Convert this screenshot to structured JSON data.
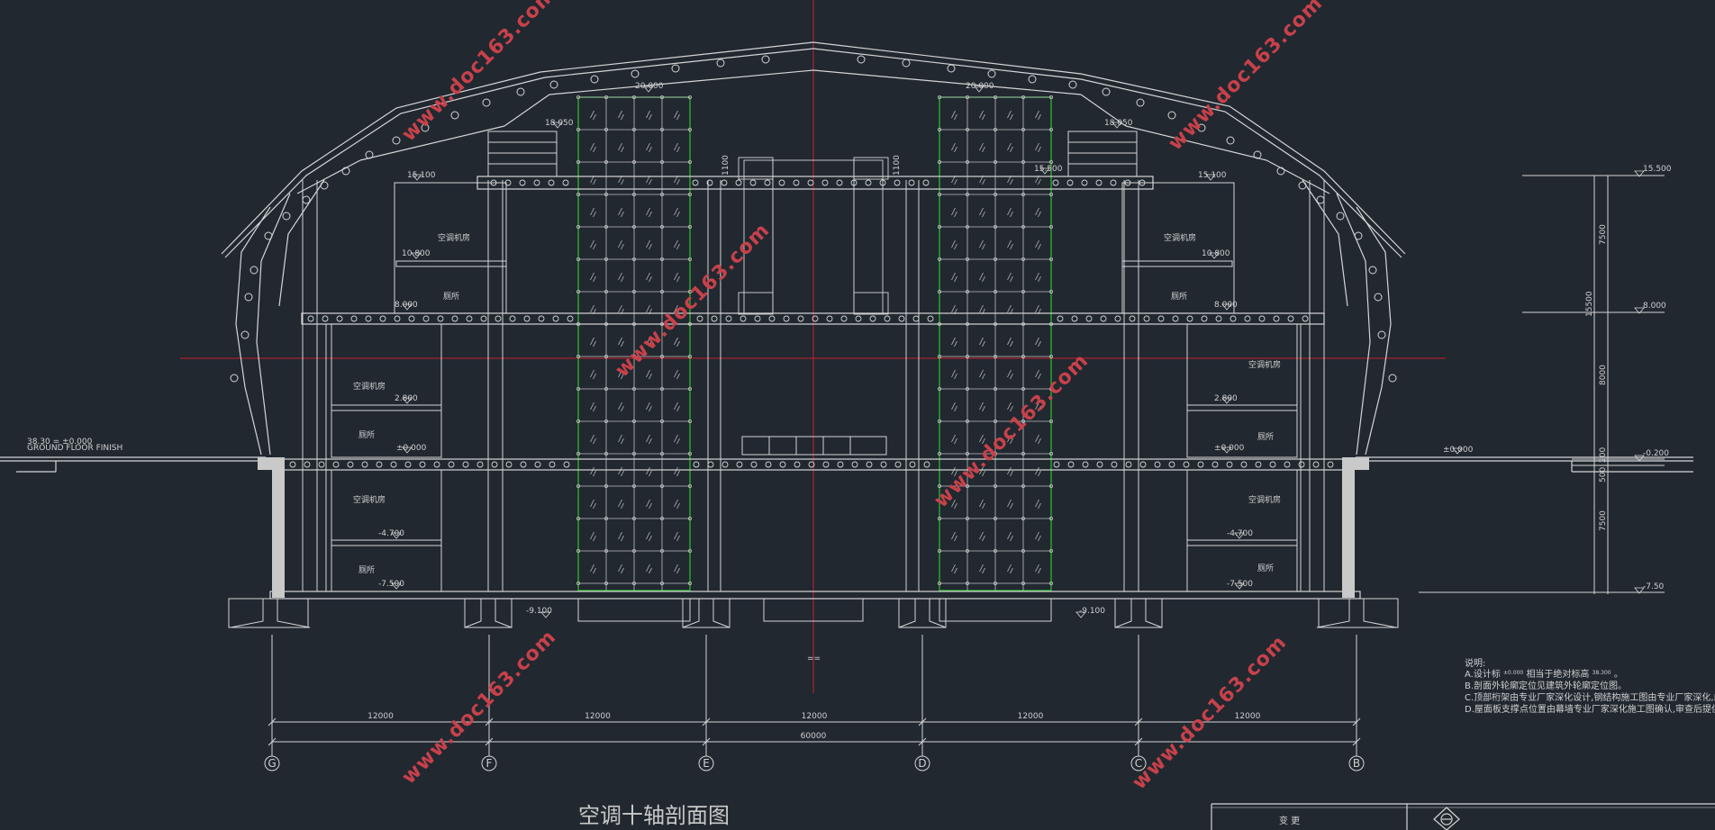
{
  "title": "空调十轴剖面图",
  "watermark": "www.doc163.com",
  "axes": [
    "G",
    "F",
    "E",
    "D",
    "C",
    "B"
  ],
  "bay_dims": [
    "12000",
    "12000",
    "12000",
    "12000",
    "12000"
  ],
  "total_dim": "60000",
  "center_mark": "==",
  "levels": {
    "roof_left": "20.000",
    "roof_right": "20.000",
    "l18_left": "18.050",
    "l18_right": "18.050",
    "l15_left": "15.100",
    "l15_right": "15.100",
    "l155_mid": "15.500",
    "l10_left": "10.800",
    "l10_right": "10.800",
    "l8_left": "8.000",
    "l8_right": "8.000",
    "l28_left": "2.800",
    "l28_right": "2.800",
    "l0_left": "±0.000",
    "l0_right": "±0.000",
    "l0_outer": "±0.000",
    "m47_left": "-4.700",
    "m47_right": "-4.700",
    "m75_left": "-7.500",
    "m75_right": "-7.500",
    "m91_left": "-9.100",
    "m91_right": "-9.100",
    "stair_h_left": "1100",
    "stair_h_right": "1100"
  },
  "rooms": {
    "ac_room": "空调机房",
    "toilet": "厕所"
  },
  "ground_note": {
    "line1": "38.30 = ±0.000",
    "line2": "GROUND FLOOR FINISH"
  },
  "side_scale": {
    "top_level": "15.500",
    "level_8": "8.000",
    "level_0": "-0.200",
    "level_m75": "-7.50",
    "dim_7500a": "7500",
    "dim_15500": "15500",
    "dim_8000": "8000",
    "dim_200": "200",
    "dim_500": "500",
    "dim_7500b": "7500"
  },
  "notes": {
    "heading": "说明:",
    "a_pre": "A.设计标",
    "a_val1": "±0.000",
    "a_mid": "相当于绝对标高",
    "a_val2": "38.300",
    "a_end": "。",
    "b": "B.剖面外轮廓定位见建筑外轮廓定位图。",
    "c": "C.顶部桁架由专业厂家深化设计,钢结构施工图由专业厂家深化,由设计方认可后作为施工图。",
    "d": "D.屋面板支撑点位置由幕墙专业厂家深化施工图确认,审查后提供。"
  },
  "title_block": {
    "cell1": "变 更"
  },
  "colors": {
    "background": "#212830",
    "line": "#d5d5d5",
    "axis_red": "#c8202a",
    "glass_green": "#2fc02f",
    "watermark": "#c8414a"
  }
}
